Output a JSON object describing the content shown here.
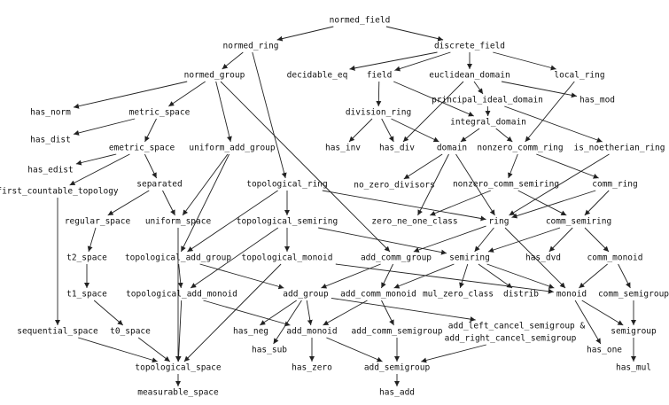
{
  "nodes": [
    {
      "id": "normed_field",
      "label": "normed_field"
    },
    {
      "id": "normed_ring",
      "label": "normed_ring"
    },
    {
      "id": "discrete_field",
      "label": "discrete_field"
    },
    {
      "id": "normed_group",
      "label": "normed_group"
    },
    {
      "id": "decidable_eq",
      "label": "decidable_eq"
    },
    {
      "id": "field",
      "label": "field"
    },
    {
      "id": "euclidean_domain",
      "label": "euclidean_domain"
    },
    {
      "id": "local_ring",
      "label": "local_ring"
    },
    {
      "id": "principal_ideal_domain",
      "label": "principal_ideal_domain"
    },
    {
      "id": "has_mod",
      "label": "has_mod"
    },
    {
      "id": "has_norm",
      "label": "has_norm"
    },
    {
      "id": "metric_space",
      "label": "metric_space"
    },
    {
      "id": "division_ring",
      "label": "division_ring"
    },
    {
      "id": "integral_domain",
      "label": "integral_domain"
    },
    {
      "id": "has_dist",
      "label": "has_dist"
    },
    {
      "id": "has_inv",
      "label": "has_inv"
    },
    {
      "id": "has_div",
      "label": "has_div"
    },
    {
      "id": "domain",
      "label": "domain"
    },
    {
      "id": "nonzero_comm_ring",
      "label": "nonzero_comm_ring"
    },
    {
      "id": "is_noetherian_ring",
      "label": "is_noetherian_ring"
    },
    {
      "id": "emetric_space",
      "label": "emetric_space"
    },
    {
      "id": "uniform_add_group",
      "label": "uniform_add_group"
    },
    {
      "id": "has_edist",
      "label": "has_edist"
    },
    {
      "id": "first_countable_topology",
      "label": "first_countable_topology"
    },
    {
      "id": "separated",
      "label": "separated"
    },
    {
      "id": "topological_ring",
      "label": "topological_ring"
    },
    {
      "id": "no_zero_divisors",
      "label": "no_zero_divisors"
    },
    {
      "id": "nonzero_comm_semiring",
      "label": "nonzero_comm_semiring"
    },
    {
      "id": "comm_ring",
      "label": "comm_ring"
    },
    {
      "id": "regular_space",
      "label": "regular_space"
    },
    {
      "id": "uniform_space",
      "label": "uniform_space"
    },
    {
      "id": "topological_semiring",
      "label": "topological_semiring"
    },
    {
      "id": "zero_ne_one_class",
      "label": "zero_ne_one_class"
    },
    {
      "id": "ring",
      "label": "ring"
    },
    {
      "id": "comm_semiring",
      "label": "comm_semiring"
    },
    {
      "id": "t2_space",
      "label": "t2_space"
    },
    {
      "id": "topological_add_group",
      "label": "topological_add_group"
    },
    {
      "id": "topological_monoid",
      "label": "topological_monoid"
    },
    {
      "id": "add_comm_group",
      "label": "add_comm_group"
    },
    {
      "id": "semiring",
      "label": "semiring"
    },
    {
      "id": "has_dvd",
      "label": "has_dvd"
    },
    {
      "id": "comm_monoid",
      "label": "comm_monoid"
    },
    {
      "id": "t1_space",
      "label": "t1_space"
    },
    {
      "id": "topological_add_monoid",
      "label": "topological_add_monoid"
    },
    {
      "id": "add_group",
      "label": "add_group"
    },
    {
      "id": "add_comm_monoid",
      "label": "add_comm_monoid"
    },
    {
      "id": "mul_zero_class",
      "label": "mul_zero_class"
    },
    {
      "id": "distrib",
      "label": "distrib"
    },
    {
      "id": "monoid",
      "label": "monoid"
    },
    {
      "id": "comm_semigroup",
      "label": "comm_semigroup"
    },
    {
      "id": "sequential_space",
      "label": "sequential_space"
    },
    {
      "id": "t0_space",
      "label": "t0_space"
    },
    {
      "id": "has_neg",
      "label": "has_neg"
    },
    {
      "id": "add_monoid",
      "label": "add_monoid"
    },
    {
      "id": "add_comm_semigroup",
      "label": "add_comm_semigroup"
    },
    {
      "id": "add_left_cancel_semigroup",
      "label": "add_left_cancel_semigroup &"
    },
    {
      "id": "add_right_cancel_semigroup",
      "label": "add_right_cancel_semigroup"
    },
    {
      "id": "semigroup",
      "label": "semigroup"
    },
    {
      "id": "has_sub",
      "label": "has_sub"
    },
    {
      "id": "has_one",
      "label": "has_one"
    },
    {
      "id": "topological_space",
      "label": "topological_space"
    },
    {
      "id": "has_zero",
      "label": "has_zero"
    },
    {
      "id": "add_semigroup",
      "label": "add_semigroup"
    },
    {
      "id": "has_mul",
      "label": "has_mul"
    },
    {
      "id": "measurable_space",
      "label": "measurable_space"
    },
    {
      "id": "has_add",
      "label": "has_add"
    }
  ],
  "edges": [
    [
      "normed_field",
      "normed_ring"
    ],
    [
      "normed_field",
      "discrete_field"
    ],
    [
      "normed_ring",
      "normed_group"
    ],
    [
      "normed_ring",
      "topological_ring"
    ],
    [
      "discrete_field",
      "decidable_eq"
    ],
    [
      "discrete_field",
      "field"
    ],
    [
      "discrete_field",
      "euclidean_domain"
    ],
    [
      "discrete_field",
      "local_ring"
    ],
    [
      "normed_group",
      "has_norm"
    ],
    [
      "normed_group",
      "metric_space"
    ],
    [
      "normed_group",
      "uniform_add_group"
    ],
    [
      "normed_group",
      "add_comm_group"
    ],
    [
      "field",
      "division_ring"
    ],
    [
      "field",
      "integral_domain"
    ],
    [
      "euclidean_domain",
      "principal_ideal_domain"
    ],
    [
      "euclidean_domain",
      "has_div"
    ],
    [
      "euclidean_domain",
      "has_mod"
    ],
    [
      "local_ring",
      "nonzero_comm_ring"
    ],
    [
      "principal_ideal_domain",
      "integral_domain"
    ],
    [
      "principal_ideal_domain",
      "is_noetherian_ring"
    ],
    [
      "metric_space",
      "has_dist"
    ],
    [
      "metric_space",
      "emetric_space"
    ],
    [
      "division_ring",
      "has_inv"
    ],
    [
      "division_ring",
      "has_div"
    ],
    [
      "division_ring",
      "domain"
    ],
    [
      "integral_domain",
      "domain"
    ],
    [
      "integral_domain",
      "nonzero_comm_ring"
    ],
    [
      "emetric_space",
      "has_edist"
    ],
    [
      "emetric_space",
      "first_countable_topology"
    ],
    [
      "emetric_space",
      "separated"
    ],
    [
      "uniform_add_group",
      "uniform_space"
    ],
    [
      "uniform_add_group",
      "topological_add_group"
    ],
    [
      "domain",
      "no_zero_divisors"
    ],
    [
      "domain",
      "zero_ne_one_class"
    ],
    [
      "domain",
      "ring"
    ],
    [
      "nonzero_comm_ring",
      "nonzero_comm_semiring"
    ],
    [
      "nonzero_comm_ring",
      "comm_ring"
    ],
    [
      "is_noetherian_ring",
      "ring"
    ],
    [
      "first_countable_topology",
      "sequential_space"
    ],
    [
      "separated",
      "regular_space"
    ],
    [
      "separated",
      "uniform_space"
    ],
    [
      "topological_ring",
      "topological_semiring"
    ],
    [
      "topological_ring",
      "topological_add_group"
    ],
    [
      "topological_ring",
      "ring"
    ],
    [
      "nonzero_comm_semiring",
      "zero_ne_one_class"
    ],
    [
      "nonzero_comm_semiring",
      "comm_semiring"
    ],
    [
      "comm_ring",
      "ring"
    ],
    [
      "comm_ring",
      "comm_semiring"
    ],
    [
      "regular_space",
      "t2_space"
    ],
    [
      "uniform_space",
      "topological_space"
    ],
    [
      "topological_semiring",
      "topological_monoid"
    ],
    [
      "topological_semiring",
      "topological_add_monoid"
    ],
    [
      "topological_semiring",
      "semiring"
    ],
    [
      "ring",
      "add_comm_group"
    ],
    [
      "ring",
      "semiring"
    ],
    [
      "ring",
      "monoid"
    ],
    [
      "comm_semiring",
      "semiring"
    ],
    [
      "comm_semiring",
      "has_dvd"
    ],
    [
      "comm_semiring",
      "comm_monoid"
    ],
    [
      "t2_space",
      "t1_space"
    ],
    [
      "topological_add_group",
      "topological_add_monoid"
    ],
    [
      "topological_add_group",
      "add_group"
    ],
    [
      "topological_monoid",
      "monoid"
    ],
    [
      "topological_monoid",
      "topological_space"
    ],
    [
      "add_comm_group",
      "add_group"
    ],
    [
      "add_comm_group",
      "add_comm_monoid"
    ],
    [
      "semiring",
      "add_comm_monoid"
    ],
    [
      "semiring",
      "mul_zero_class"
    ],
    [
      "semiring",
      "distrib"
    ],
    [
      "semiring",
      "monoid"
    ],
    [
      "comm_monoid",
      "monoid"
    ],
    [
      "comm_monoid",
      "comm_semigroup"
    ],
    [
      "t1_space",
      "t0_space"
    ],
    [
      "topological_add_monoid",
      "add_monoid"
    ],
    [
      "topological_add_monoid",
      "topological_space"
    ],
    [
      "add_group",
      "has_neg"
    ],
    [
      "add_group",
      "has_sub"
    ],
    [
      "add_group",
      "add_monoid"
    ],
    [
      "add_group",
      "add_left_cancel_semigroup"
    ],
    [
      "add_comm_monoid",
      "add_monoid"
    ],
    [
      "add_comm_monoid",
      "add_comm_semigroup"
    ],
    [
      "monoid",
      "semigroup"
    ],
    [
      "monoid",
      "has_one"
    ],
    [
      "comm_semigroup",
      "semigroup"
    ],
    [
      "sequential_space",
      "topological_space"
    ],
    [
      "t0_space",
      "topological_space"
    ],
    [
      "add_monoid",
      "has_zero"
    ],
    [
      "add_monoid",
      "add_semigroup"
    ],
    [
      "add_comm_semigroup",
      "add_semigroup"
    ],
    [
      "add_right_cancel_semigroup",
      "add_semigroup"
    ],
    [
      "semigroup",
      "has_mul"
    ],
    [
      "topological_space",
      "measurable_space"
    ],
    [
      "add_semigroup",
      "has_add"
    ]
  ]
}
